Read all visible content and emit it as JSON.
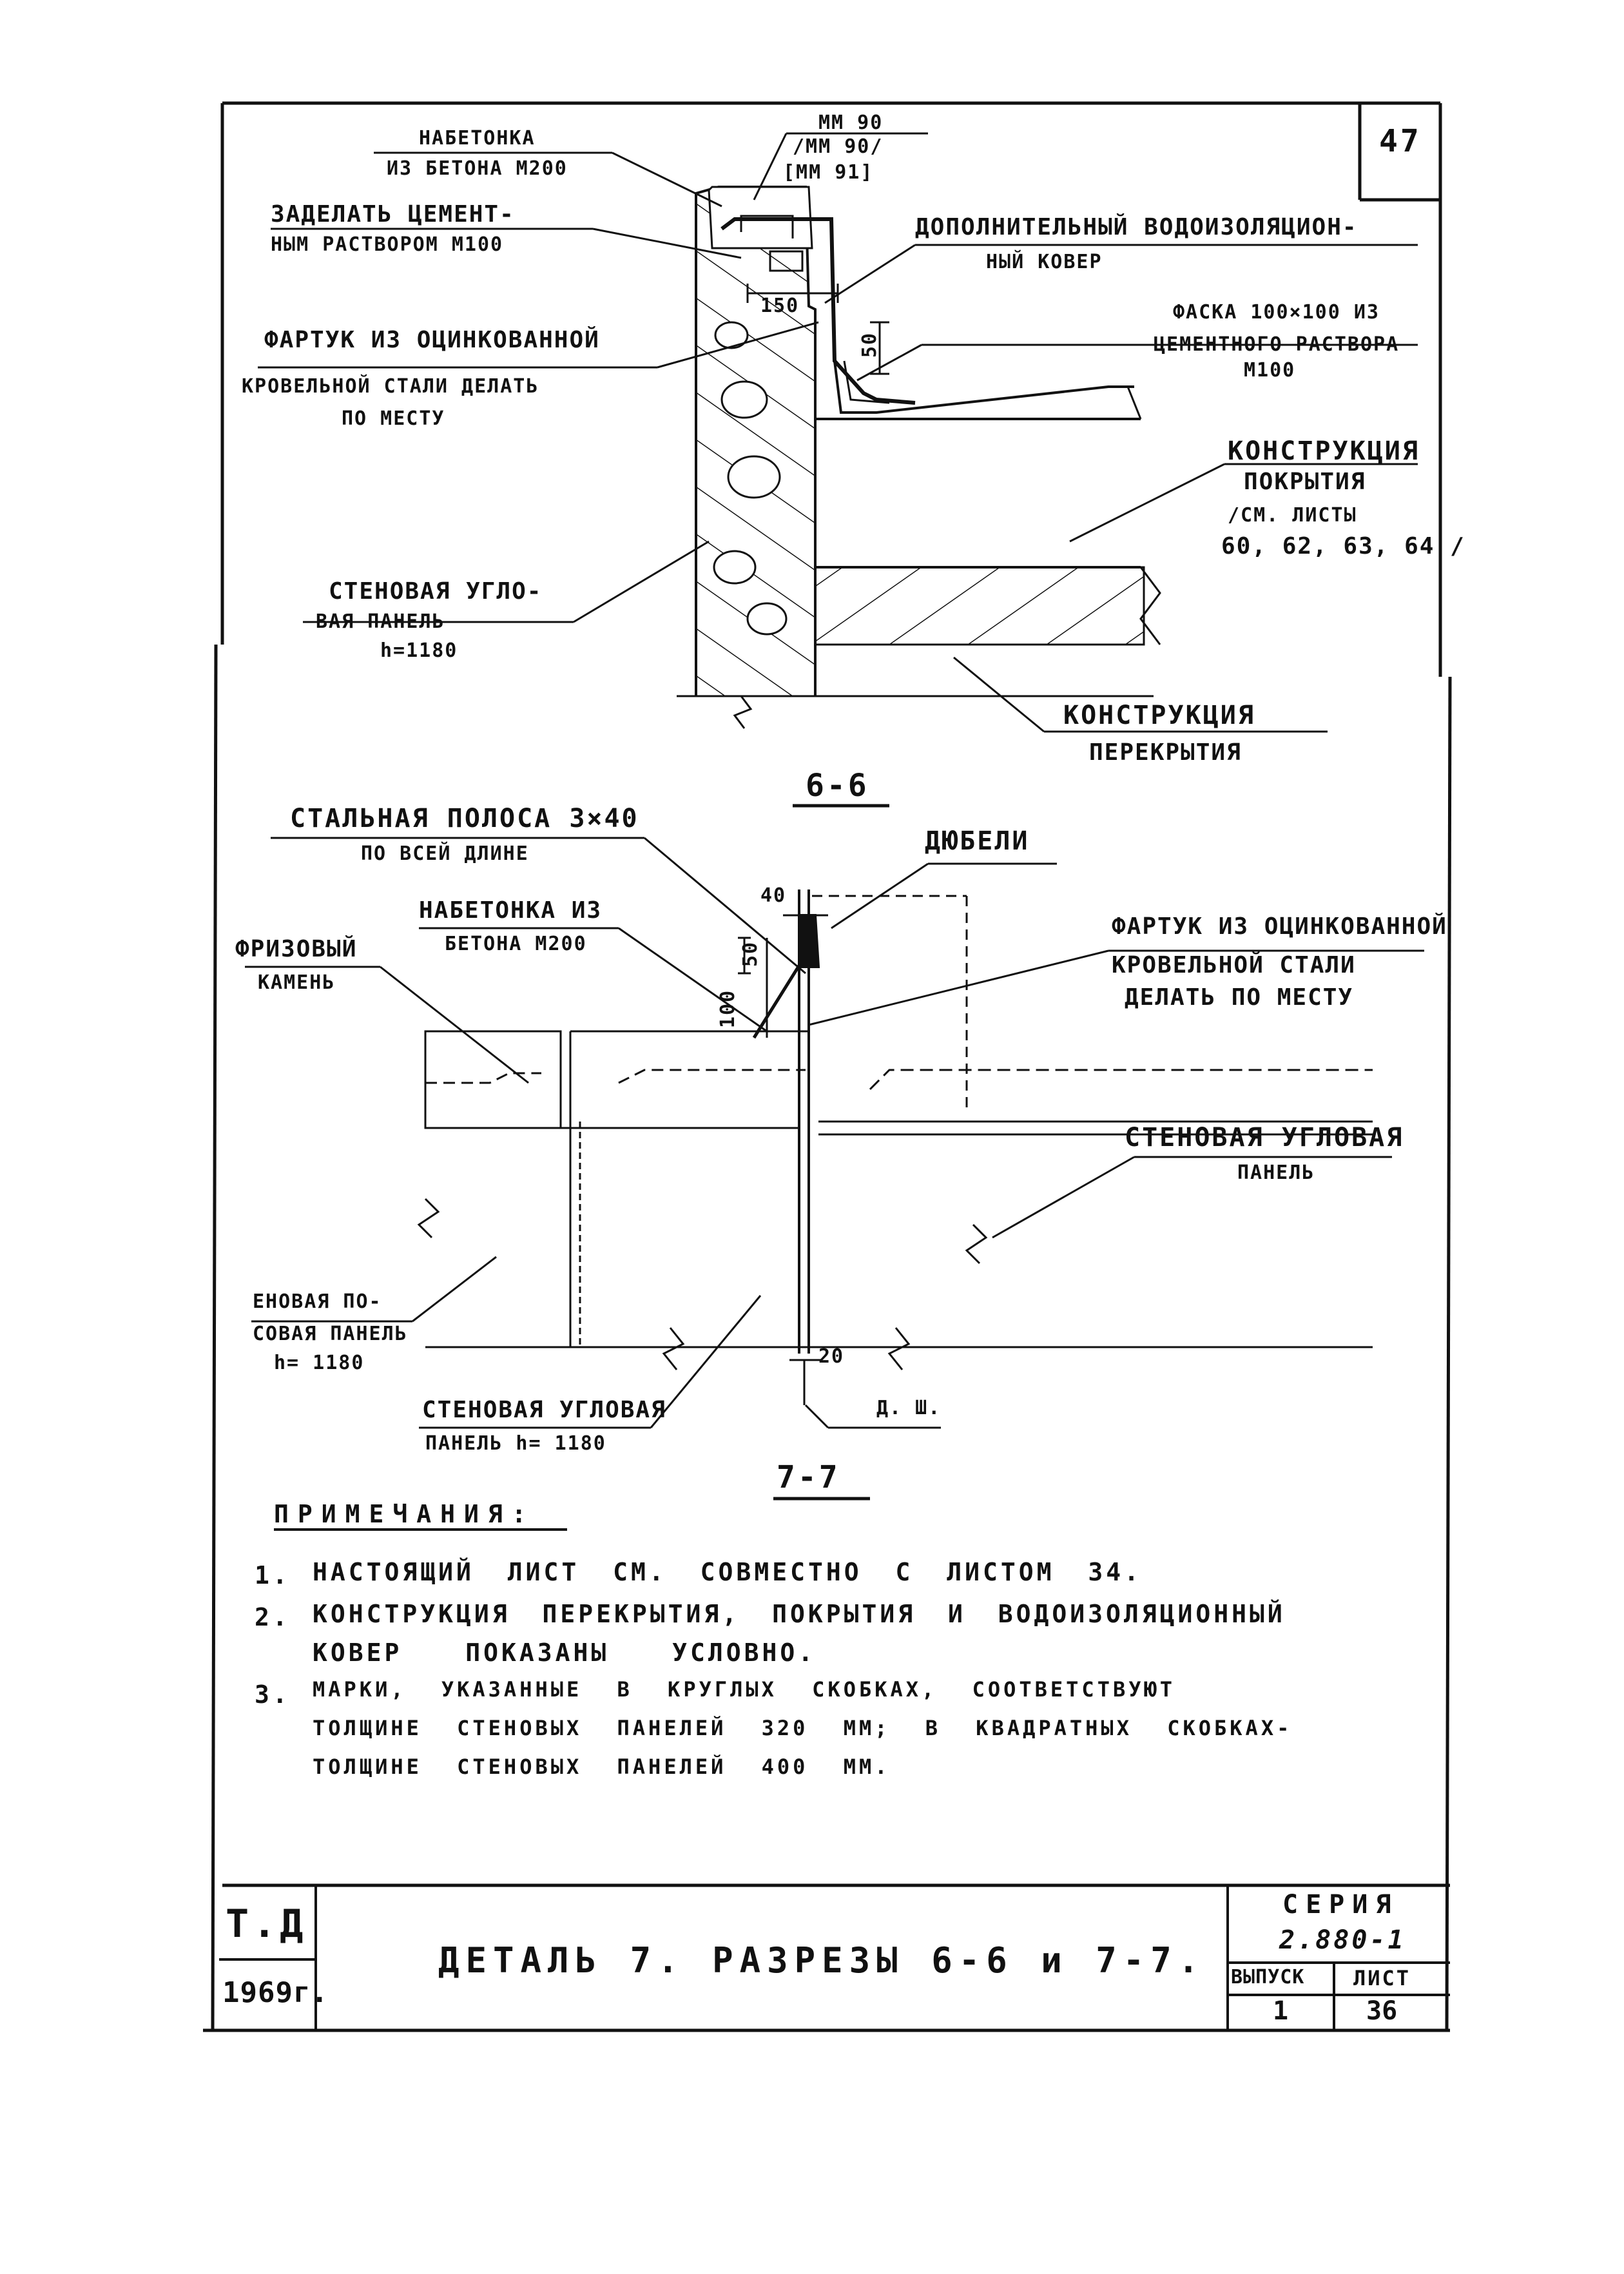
{
  "sheet_number": "47",
  "section_66": {
    "title": "6-6",
    "labels": {
      "nabetonka_1": "НАБЕТОНКА",
      "nabetonka_2": "ИЗ БЕТОНА М200",
      "marks_1": "ММ 90",
      "marks_2": "/ММ 90/",
      "marks_3": "[ММ 91]",
      "zadelat_1": "ЗАДЕЛАТЬ ЦЕМЕНТ-",
      "zadelat_2": "НЫМ РАСТВОРОМ М100",
      "kover_1": "ДОПОЛНИТЕЛЬНЫЙ ВОДОИЗОЛЯЦИОН-",
      "kover_2": "НЫЙ КОВЕР",
      "dim_150": "150",
      "dim_50": "50",
      "faska_1": "ФАСКА 100×100 ИЗ",
      "faska_2": "ЦЕМЕНТНОГО РАСТВОРА",
      "faska_3": "М100",
      "fartuk_1": "ФАРТУК ИЗ ОЦИНКОВАННОЙ",
      "fartuk_2": "КРОВЕЛЬНОЙ СТАЛИ ДЕЛАТЬ",
      "fartuk_3": "ПО МЕСТУ",
      "pokr_1": "КОНСТРУКЦИЯ",
      "pokr_2": "ПОКРЫТИЯ",
      "pokr_3": "/СМ. ЛИСТЫ",
      "pokr_4": "60, 62, 63, 64 /",
      "panel_1": "СТЕНОВАЯ УГЛО-",
      "panel_2": "ВАЯ ПАНЕЛЬ",
      "panel_3": "h=1180",
      "perekr_1": "КОНСТРУКЦИЯ",
      "perekr_2": "ПЕРЕКРЫТИЯ"
    }
  },
  "section_77": {
    "title": "7-7",
    "labels": {
      "polosa_1": "СТАЛЬНАЯ ПОЛОСА 3×40",
      "polosa_2": "ПО ВСЕЙ ДЛИНЕ",
      "dyubeli": "ДЮБЕЛИ",
      "dim_40": "40",
      "dim_50": "50",
      "dim_100": "100",
      "dim_20": "20",
      "nabetonka_1": "НАБЕТОНКА ИЗ",
      "nabetonka_2": "БЕТОНА М200",
      "frizovy_1": "ФРИЗОВЫЙ",
      "frizovy_2": "КАМЕНЬ",
      "fartuk_1": "ФАРТУК ИЗ ОЦИНКОВАННОЙ",
      "fartuk_2": "КРОВЕЛЬНОЙ СТАЛИ",
      "fartuk_3": "ДЕЛАТЬ ПО МЕСТУ",
      "uglovaya_r_1": "СТЕНОВАЯ УГЛОВАЯ",
      "uglovaya_r_2": "ПАНЕЛЬ",
      "poyasnaya_1": "ЕНОВАЯ ПО-",
      "poyasnaya_2": "СОВАЯ ПАНЕЛЬ",
      "poyasnaya_3": "h= 1180",
      "uglovaya_b_1": "СТЕНОВАЯ УГЛОВАЯ",
      "uglovaya_b_2": "ПАНЕЛЬ h= 1180",
      "dsh": "Д. Ш."
    }
  },
  "notes": {
    "heading": "ПРИМЕЧАНИЯ:",
    "n1_num": "1.",
    "n1": "НАСТОЯЩИЙ ЛИСТ СМ. СОВМЕСТНО С ЛИСТОМ 34.",
    "n2_num": "2.",
    "n2a": "КОНСТРУКЦИЯ ПЕРЕКРЫТИЯ, ПОКРЫТИЯ И ВОДОИЗОЛЯЦИОННЫЙ",
    "n2b": "КОВЕР ПОКАЗАНЫ УСЛОВНО.",
    "n3_num": "3.",
    "n3a": "МАРКИ, УКАЗАННЫЕ В КРУГЛЫХ СКОБКАХ, СООТВЕТСТВУЮТ",
    "n3b": "ТОЛЩИНЕ СТЕНОВЫХ ПАНЕЛЕЙ 320 ММ; В КВАДРАТНЫХ СКОБКАХ-",
    "n3c": "ТОЛЩИНЕ СТЕНОВЫХ ПАНЕЛЕЙ 400 ММ."
  },
  "title_block": {
    "org": "Т.Д",
    "year": "1969г.",
    "title": "ДЕТАЛЬ 7. РАЗРЕЗЫ 6-6 и 7-7.",
    "seriya_label": "СЕРИЯ",
    "seriya_value": "2.880-1",
    "vypusk_label": "ВЫПУСК",
    "vypusk_value": "1",
    "list_label": "ЛИСТ",
    "list_value": "36"
  }
}
